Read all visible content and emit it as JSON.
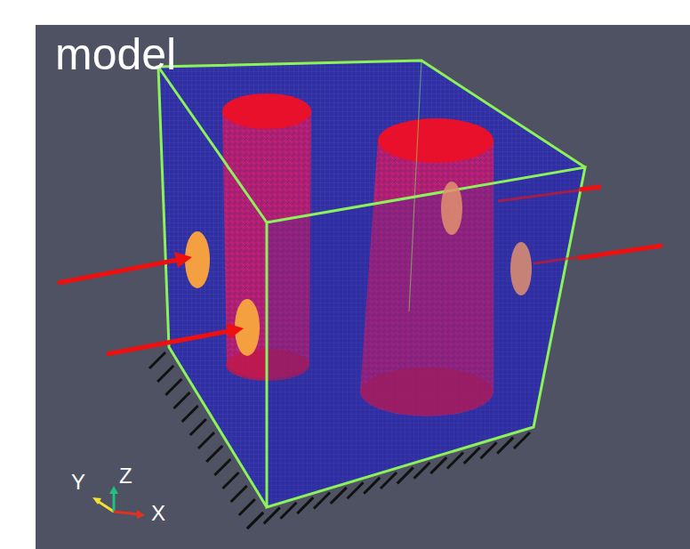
{
  "diagram": {
    "labels": [
      "model",
      "Y",
      "Z",
      "X"
    ]
  }
}
